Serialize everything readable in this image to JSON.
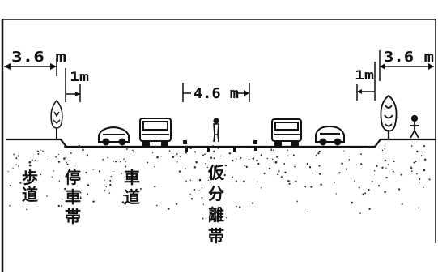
{
  "dimensions": {
    "left_sidewalk": "3.6 m",
    "left_parking": "1m",
    "median": "4.6 m",
    "right_parking": "1m",
    "right_sidewalk": "3.6 m"
  },
  "zones": {
    "sidewalk": "歩道",
    "parking": "停車帯",
    "roadway": "車道",
    "temporary_median": "仮分離帯"
  }
}
